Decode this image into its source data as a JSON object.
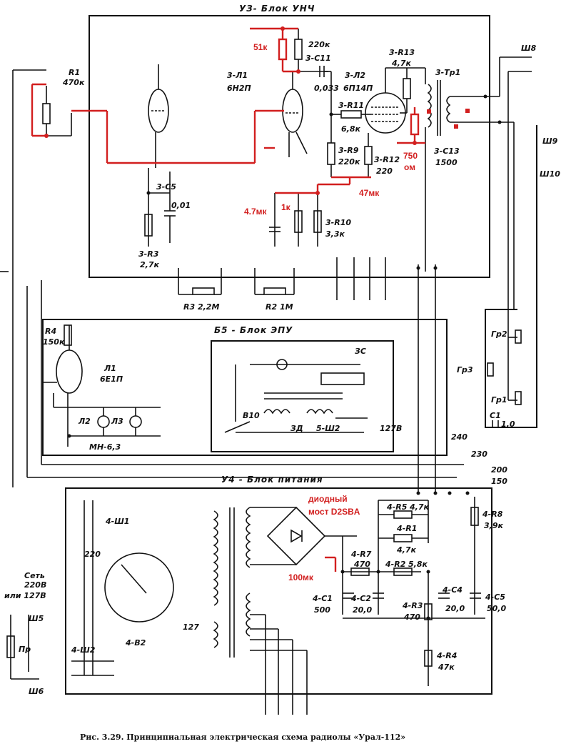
{
  "blocks": {
    "u3": "УЗ- Блок УНЧ",
    "b5": "Б5 - Блок ЭПУ",
    "u4": "У4 - Блок питания",
    "zs": "ЗС"
  },
  "components": {
    "r1_name": "R1",
    "r1_val": "470к",
    "l1_3": "3-Л1",
    "l1_3_type": "6Н2П",
    "l2_3": "3-Л2",
    "l2_3_type": "6П14П",
    "r_220k": "220к",
    "c11": "3-С11",
    "c11_val": "0,033",
    "r11": "3-R11",
    "r11_val": "6,8к",
    "r9": "3-R9",
    "r9_val": "220к",
    "r12": "3-R12",
    "r12_val": "220",
    "r13": "3-R13",
    "r13_val": "4,7к",
    "tr1": "3-Тр1",
    "c13": "3-С13",
    "c13_val": "1500",
    "c5": "3-С5",
    "c5_val": "0,01",
    "r3_3": "3-R3",
    "r3_3_val": "2,7к",
    "r10": "3-R10",
    "r10_val": "3,3к",
    "r3": "R3 2,2М",
    "r2": "R2 1М",
    "r4": "R4",
    "r4_val": "150к",
    "lamp_l1": "Л1",
    "lamp_l1_type": "6Е1П",
    "l2": "Л2",
    "l3": "Л3",
    "mn": "МН-6,3",
    "v10": "В10",
    "zd": "ЗД",
    "sh2_5": "5-Ш2",
    "v127": "127В",
    "gr1": "Гр1",
    "gr2": "Гр2",
    "gr3": "Гр3",
    "c1": "С1",
    "c1_val": "1,0",
    "sh8": "Ш8",
    "sh9": "Ш9",
    "sh10": "Ш10",
    "n240": "240",
    "n230": "230",
    "n200": "200",
    "n150": "150",
    "sh1_4": "4-Ш1",
    "sh2_4": "4-Ш2",
    "b2_4": "4-В2",
    "r5_4": "4-R5",
    "r5_4_val": "4,7к",
    "r1_4": "4-R1",
    "r1_4_val": "4,7к",
    "r7_4": "4-R7",
    "r7_4_val": "470",
    "r2_4": "4-R2",
    "r2_4_val": "5,8к",
    "r8_4": "4-R8",
    "r8_4_val": "3,9к",
    "r3_4": "4-R3",
    "r3_4_val": "470",
    "r4_4": "4-R4",
    "r4_4_val": "47к",
    "c1_4": "4-С1",
    "c1_4_val": "500",
    "c2_4": "4-С2",
    "c2_4_val": "20,0",
    "c4_4": "4-С4",
    "c4_4_val": "20,0",
    "c5_4": "4-С5",
    "c5_4_val": "50,0",
    "v220": "220",
    "v127t": "127",
    "net": "Сеть",
    "net_v": "220В",
    "ili": "или 127В",
    "sh5": "Ш5",
    "sh6": "Ш6",
    "pr": "Пр"
  },
  "annotations": {
    "r51k": "51к",
    "c4_7mk": "4.7мк",
    "r1k": "1к",
    "c47mk": "47мк",
    "r750": "750",
    "r750_unit": "ом",
    "bridge1": "диодный",
    "bridge2": "мост D2SBA",
    "c100mk": "100мк"
  },
  "caption": "Рис. 3.29. Принципиальная электрическая схема радиолы «Урал-112»",
  "colors": {
    "ink": "#111111",
    "mod": "#d21f1f",
    "paper": "#ffffff"
  }
}
